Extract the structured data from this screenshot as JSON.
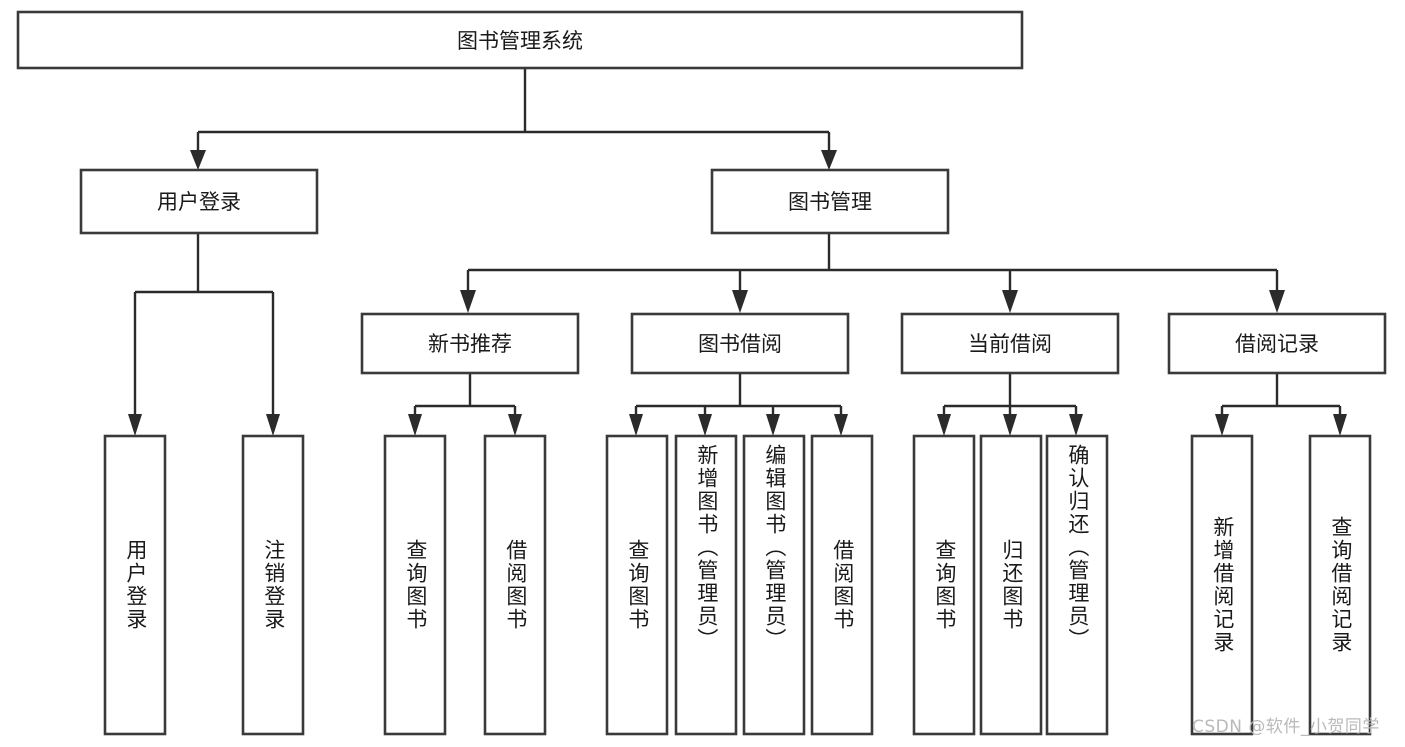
{
  "diagram": {
    "type": "tree-hierarchy",
    "title": "图书管理系统",
    "orientation": "top-down",
    "colors": {
      "box_stroke": "#3a3a3a",
      "box_fill": "#ffffff",
      "connector": "#2b2b2b",
      "text": "#1a1a1a",
      "background": "#ffffff",
      "watermark": "#b9b9b9"
    },
    "root": {
      "label": "图书管理系统"
    },
    "level2": [
      {
        "label": "用户登录"
      },
      {
        "label": "图书管理"
      }
    ],
    "level3": [
      {
        "label": "新书推荐"
      },
      {
        "label": "图书借阅"
      },
      {
        "label": "当前借阅"
      },
      {
        "label": "借阅记录"
      }
    ],
    "leaves": {
      "user_login": [
        {
          "label": "用户登录"
        },
        {
          "label": "注销登录"
        }
      ],
      "new_book_recommend": [
        {
          "label": "查询图书"
        },
        {
          "label": "借阅图书"
        }
      ],
      "book_borrow": [
        {
          "label": "查询图书"
        },
        {
          "label": "新增图书（管理员）"
        },
        {
          "label": "编辑图书（管理员）"
        },
        {
          "label": "借阅图书"
        }
      ],
      "current_borrow": [
        {
          "label": "查询图书"
        },
        {
          "label": "归还图书"
        },
        {
          "label": "确认归还（管理员）"
        }
      ],
      "borrow_record": [
        {
          "label": "新增借阅记录"
        },
        {
          "label": "查询借阅记录"
        }
      ]
    },
    "watermark": "CSDN @软件_小贺同学"
  }
}
